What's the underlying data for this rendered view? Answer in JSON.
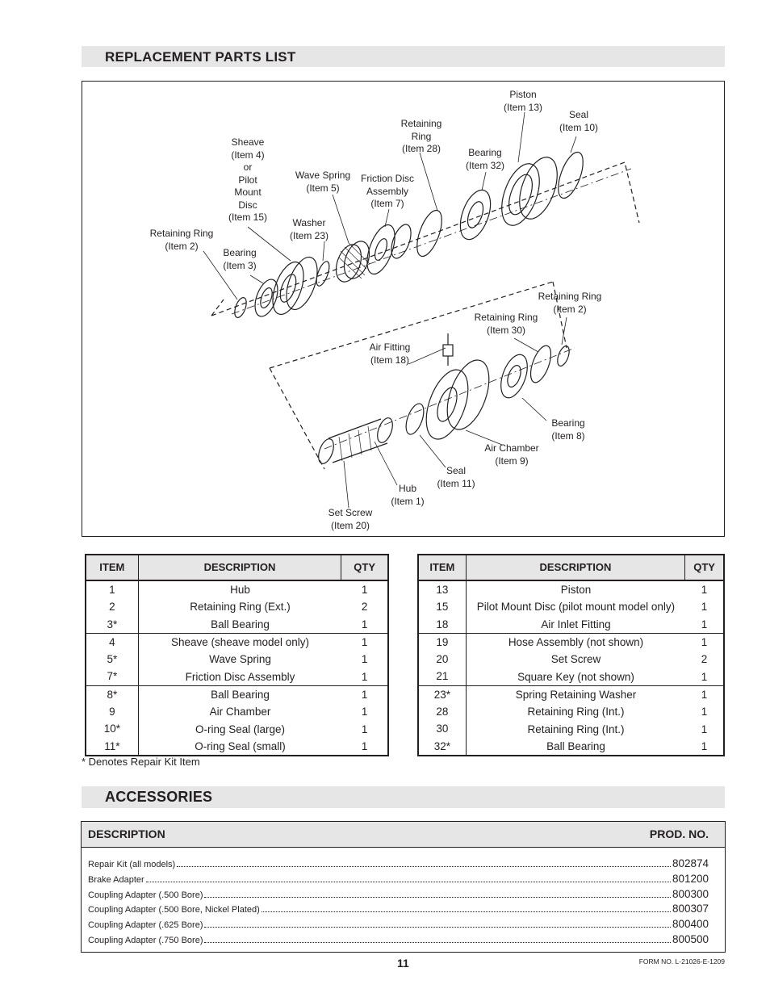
{
  "sections": {
    "parts_title": "REPLACEMENT PARTS LIST",
    "accessories_title": "ACCESSORIES"
  },
  "diagram": {
    "labels": {
      "piston": "Piston\n(Item 13)",
      "seal10": "Seal\n(Item 10)",
      "ring28": "Retaining\nRing\n(Item 28)",
      "bearing32": "Bearing\n(Item 32)",
      "sheave": "Sheave\n(Item 4)\nor\nPilot\nMount\nDisc\n(Item 15)",
      "wave": "Wave Spring\n(Item 5)",
      "friction": "Friction Disc\nAssembly\n(Item 7)",
      "washer": "Washer\n(Item 23)",
      "ring2a": "Retaining Ring\n(Item 2)",
      "bearing3": "Bearing\n(Item 3)",
      "ring2b": "Retaining Ring\n(Item 2)",
      "ring30": "Retaining Ring\n(Item 30)",
      "air18": "Air Fitting\n(Item 18)",
      "bearing8": "Bearing\n(Item 8)",
      "chamber9": "Air Chamber\n(Item 9)",
      "seal11": "Seal\n(Item 11)",
      "hub1": "Hub\n(Item 1)",
      "screw20": "Set Screw\n(Item 20)"
    }
  },
  "tables": {
    "headers": {
      "item": "ITEM",
      "description": "DESCRIPTION",
      "qty": "QTY"
    },
    "left": [
      [
        {
          "item": "1",
          "description": "Hub",
          "qty": "1"
        },
        {
          "item": "2",
          "description": "Retaining Ring (Ext.)",
          "qty": "2"
        },
        {
          "item": "3*",
          "description": "Ball Bearing",
          "qty": "1"
        }
      ],
      [
        {
          "item": "4",
          "description": "Sheave (sheave model only)",
          "qty": "1"
        },
        {
          "item": "5*",
          "description": "Wave Spring",
          "qty": "1"
        },
        {
          "item": "7*",
          "description": "Friction Disc Assembly",
          "qty": "1"
        }
      ],
      [
        {
          "item": "8*",
          "description": "Ball Bearing",
          "qty": "1"
        },
        {
          "item": "9",
          "description": "Air Chamber",
          "qty": "1"
        },
        {
          "item": "10*",
          "description": "O-ring Seal (large)",
          "qty": "1"
        },
        {
          "item": "11*",
          "description": "O-ring Seal (small)",
          "qty": "1"
        }
      ]
    ],
    "right": [
      [
        {
          "item": "13",
          "description": "Piston",
          "qty": "1"
        },
        {
          "item": "15",
          "description": "Pilot Mount Disc (pilot mount model only)",
          "qty": "1"
        },
        {
          "item": "18",
          "description": "Air Inlet Fitting",
          "qty": "1"
        }
      ],
      [
        {
          "item": "19",
          "description": "Hose Assembly (not shown)",
          "qty": "1"
        },
        {
          "item": "20",
          "description": "Set Screw",
          "qty": "2"
        },
        {
          "item": "21",
          "description": "Square Key (not shown)",
          "qty": "1"
        }
      ],
      [
        {
          "item": "23*",
          "description": "Spring Retaining Washer",
          "qty": "1"
        },
        {
          "item": "28",
          "description": "Retaining Ring (Int.)",
          "qty": "1"
        },
        {
          "item": "30",
          "description": "Retaining Ring (Int.)",
          "qty": "1"
        },
        {
          "item": "32*",
          "description": "Ball Bearing",
          "qty": "1"
        }
      ]
    ],
    "footnote": "* Denotes Repair Kit Item"
  },
  "accessories": {
    "col_description": "DESCRIPTION",
    "col_prod": "PROD. NO.",
    "items": [
      {
        "description": "Repair Kit (all models)",
        "prod": "802874"
      },
      {
        "description": "Brake Adapter",
        "prod": "801200"
      },
      {
        "description": "Coupling Adapter (.500 Bore)",
        "prod": "800300"
      },
      {
        "description": "Coupling Adapter (.500 Bore, Nickel Plated)",
        "prod": "800307"
      },
      {
        "description": "Coupling Adapter (.625 Bore)",
        "prod": "800400"
      },
      {
        "description": "Coupling Adapter (.750 Bore)",
        "prod": "800500"
      }
    ]
  },
  "footer": {
    "page_number": "11",
    "form_number": "FORM NO. L-21026-E-1209"
  }
}
